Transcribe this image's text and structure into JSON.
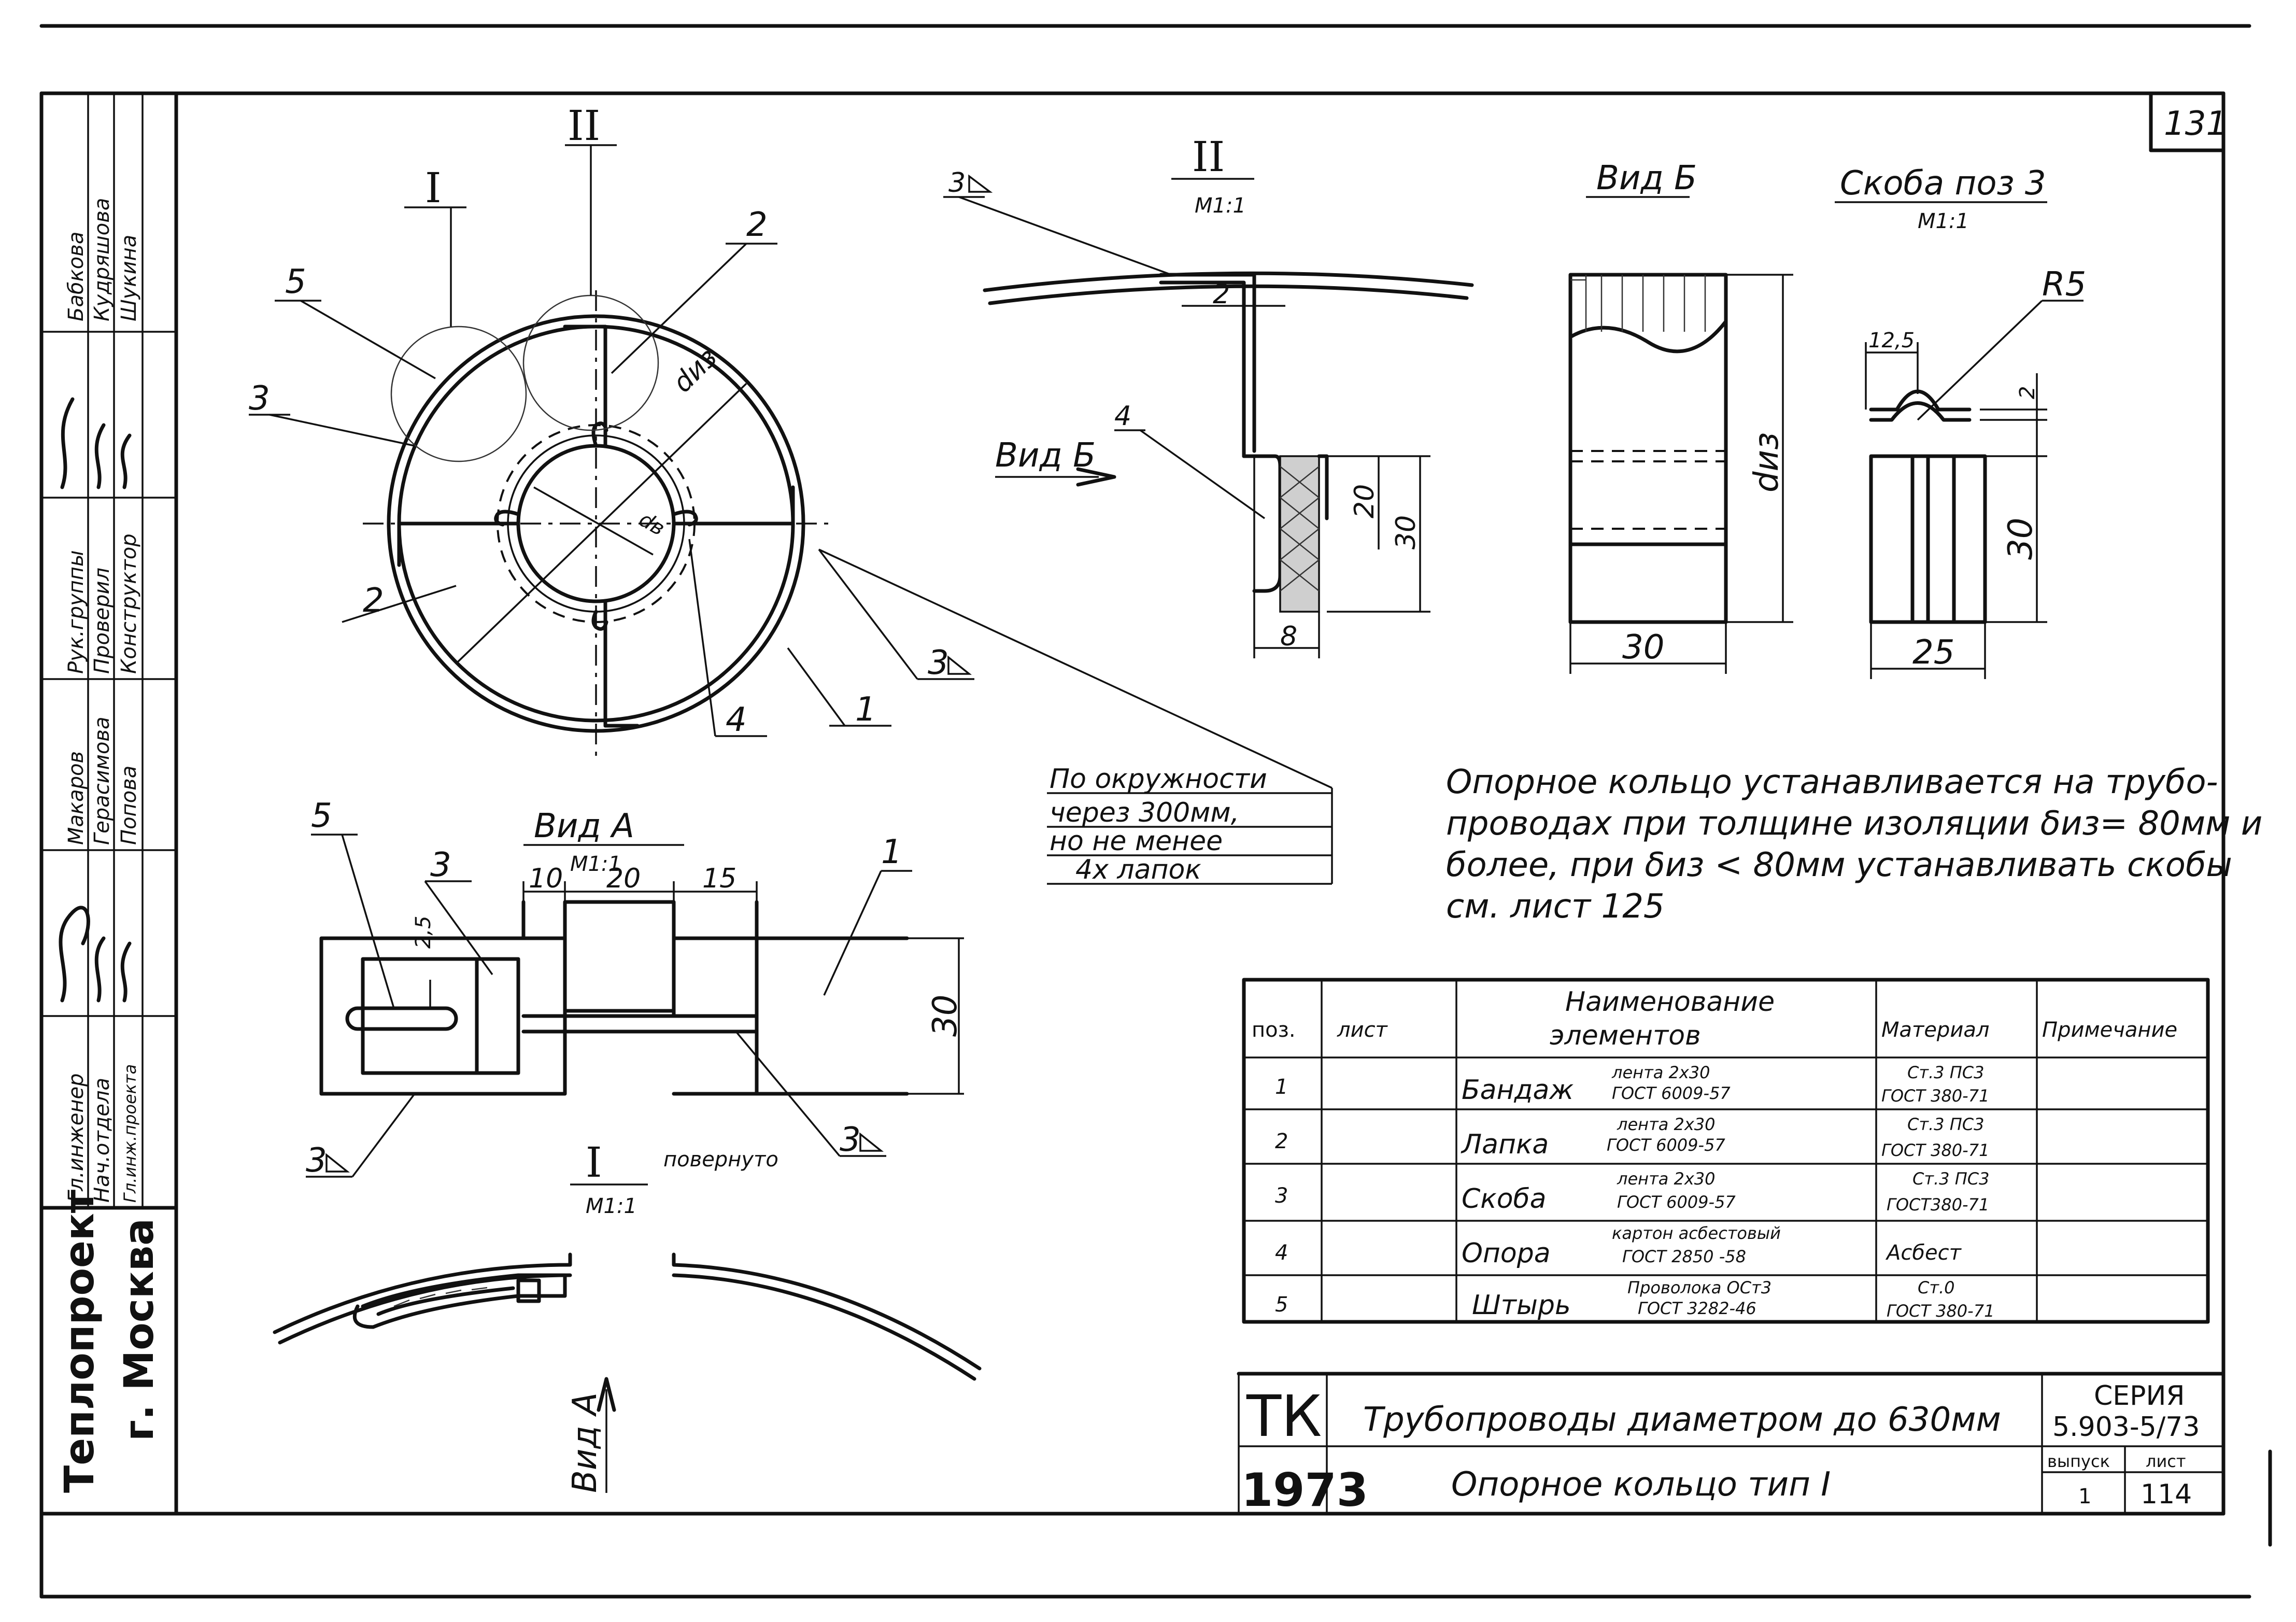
{
  "sheet_number": "131",
  "callouts": {
    "detail_I": "I",
    "detail_II": "II",
    "pos_1": "1",
    "pos_2": "2",
    "pos_3": "3",
    "pos_4": "4",
    "pos_5": "5",
    "weld_3": "3",
    "d_iz": "dиз",
    "d_v": "dв"
  },
  "detail_II": {
    "title": "II",
    "scale": "M1:1",
    "dim_2": "2",
    "dim_20": "20",
    "dim_30": "30",
    "dim_8": "8",
    "view_arrow": "Вид Б",
    "weld": "3",
    "pos_4": "4"
  },
  "view_B": {
    "title": "Вид Б",
    "dim_30": "30",
    "dim_d": "dиз"
  },
  "bracket": {
    "title": "Скоба поз 3",
    "scale": "M1:1",
    "r": "R5",
    "dim_12_5": "12,5",
    "dim_2": "2",
    "dim_30": "30",
    "dim_25": "25"
  },
  "view_A": {
    "title": "Вид А",
    "scale": "M1:1",
    "dim_10": "10",
    "dim_20": "20",
    "dim_15": "15",
    "dim_2_5": "2,5",
    "dim_30": "30",
    "pos_5": "5",
    "pos_3": "3",
    "pos_1": "1",
    "weld_left": "3",
    "weld_right": "3"
  },
  "detail_I": {
    "title": "I",
    "note": "повернуто",
    "scale": "M1:1",
    "view_arrow": "Вид А"
  },
  "circumference_note": [
    "По окружности",
    "через 300мм,",
    "но не менее",
    "4х лапок"
  ],
  "note_lines": [
    "Опорное кольцо устанавливается на трубо-",
    "проводах при толщине изоляции δиз= 80мм и",
    "более, при δиз < 80мм устанавливать скобы",
    "см. лист 125"
  ],
  "spec_table": {
    "headers": [
      "поз.",
      "лист",
      "Наименование",
      "элементов",
      "Материал",
      "Примечание"
    ],
    "rows": [
      {
        "pos": "1",
        "name": "Бандаж",
        "spec1": "лента 2х30",
        "spec2": "ГОСТ 6009-57",
        "mat1": "Ст.3 ПС3",
        "mat2": "ГОСТ 380-71"
      },
      {
        "pos": "2",
        "name": "Лапка",
        "spec1": "лента 2х30",
        "spec2": "ГОСТ 6009-57",
        "mat1": "Ст.3 ПС3",
        "mat2": "ГОСТ 380-71"
      },
      {
        "pos": "3",
        "name": "Скоба",
        "spec1": "лента 2х30",
        "spec2": "ГОСТ 6009-57",
        "mat1": "Ст.3 ПС3",
        "mat2": "ГОСТ380-71"
      },
      {
        "pos": "4",
        "name": "Опора",
        "spec1": "картон асбестовый",
        "spec2": "ГОСТ 2850 -58",
        "mat1": "Асбест",
        "mat2": ""
      },
      {
        "pos": "5",
        "name": "Штырь",
        "spec1": "Проволока ОСт3",
        "spec2": "ГОСТ 3282-46",
        "mat1": "Ст.0",
        "mat2": "ГОСТ 380-71"
      }
    ]
  },
  "title_block": {
    "tk": "ТК",
    "year": "1973",
    "title": "Трубопроводы диаметром до 630мм",
    "subtitle": "Опорное кольцо тип I",
    "series_label": "СЕРИЯ",
    "series_value": "5.903-5/73",
    "issue_label": "выпуск",
    "issue_value": "1",
    "sheet_label": "лист",
    "sheet_value": "114"
  },
  "side_stamp": {
    "org1": "Теплопроект",
    "org2": "г. Москва",
    "roles": [
      "Гл.инженер",
      "Нач.отдела",
      "Гл.инж.проекта",
      "Рук.группы",
      "Проверил",
      "Конструктор"
    ],
    "names": [
      "Макаров",
      "Герасимова",
      "Попова",
      "Бабкова",
      "Кудряшова",
      "Шукина"
    ]
  }
}
